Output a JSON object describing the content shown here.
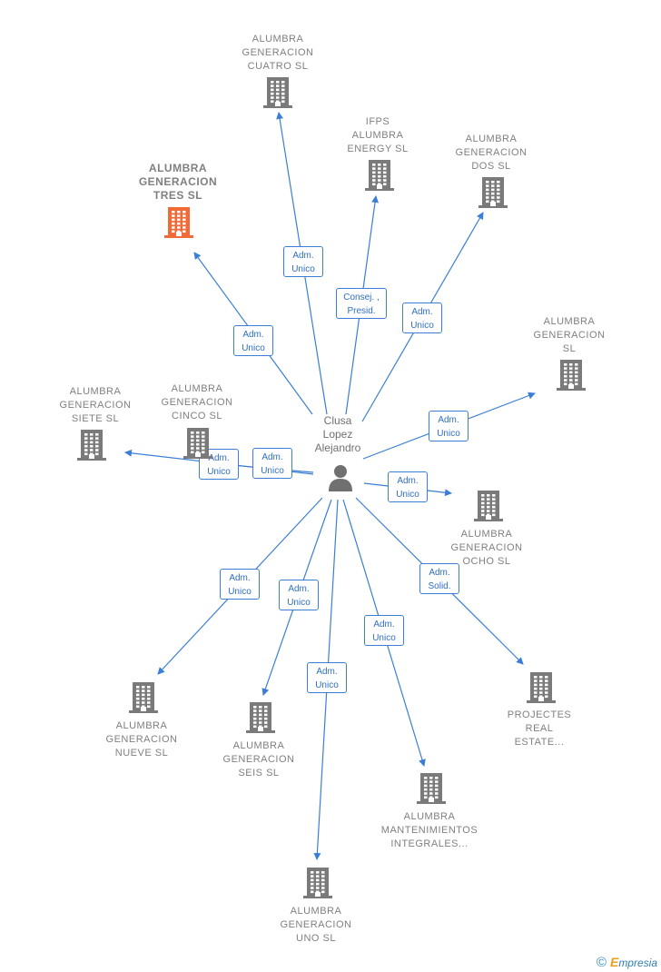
{
  "colors": {
    "accent": "#3a7fd5",
    "building": "#7a7a7a",
    "highlight": "#f26a35",
    "label": "#808080"
  },
  "center": {
    "name": "Clusa\nLopez\nAlejandro",
    "icon": "person-icon"
  },
  "companies": [
    {
      "id": "cuatro",
      "name": "ALUMBRA\nGENERACION\nCUATRO  SL",
      "icon": "building-icon"
    },
    {
      "id": "ifps",
      "name": "IFPS\nALUMBRA\nENERGY  SL",
      "icon": "building-icon"
    },
    {
      "id": "dos",
      "name": "ALUMBRA\nGENERACION\nDOS  SL",
      "icon": "building-icon"
    },
    {
      "id": "tres",
      "name": "ALUMBRA\nGENERACION\nTRES  SL",
      "icon": "building-icon",
      "highlight": true
    },
    {
      "id": "sl",
      "name": "ALUMBRA\nGENERACION\nSL",
      "icon": "building-icon"
    },
    {
      "id": "siete",
      "name": "ALUMBRA\nGENERACION\nSIETE  SL",
      "icon": "building-icon"
    },
    {
      "id": "cinco",
      "name": "ALUMBRA\nGENERACION\nCINCO  SL",
      "icon": "building-icon"
    },
    {
      "id": "ocho",
      "name": "ALUMBRA\nGENERACION\nOCHO  SL",
      "icon": "building-icon"
    },
    {
      "id": "nueve",
      "name": "ALUMBRA\nGENERACION\nNUEVE  SL",
      "icon": "building-icon"
    },
    {
      "id": "seis",
      "name": "ALUMBRA\nGENERACION\nSEIS  SL",
      "icon": "building-icon"
    },
    {
      "id": "uno",
      "name": "ALUMBRA\nGENERACION\nUNO  SL",
      "icon": "building-icon"
    },
    {
      "id": "mant",
      "name": "ALUMBRA\nMANTENIMIENTOS\nINTEGRALES...",
      "icon": "building-icon"
    },
    {
      "id": "proj",
      "name": "PROJECTES\nREAL\nESTATE...",
      "icon": "building-icon"
    }
  ],
  "relations": [
    {
      "target": "cuatro",
      "label": "Adm.\nUnico"
    },
    {
      "target": "ifps",
      "label": "Consej. ,\nPresid."
    },
    {
      "target": "dos",
      "label": "Adm.\nUnico"
    },
    {
      "target": "tres",
      "label": "Adm.\nUnico"
    },
    {
      "target": "sl",
      "label": "Adm.\nUnico"
    },
    {
      "target": "siete",
      "label": "Adm.\nUnico"
    },
    {
      "target": "cinco",
      "label": "Adm.\nUnico"
    },
    {
      "target": "ocho",
      "label": "Adm.\nUnico"
    },
    {
      "target": "proj",
      "label": "Adm.\nSolid."
    },
    {
      "target": "nueve",
      "label": "Adm.\nUnico"
    },
    {
      "target": "seis",
      "label": "Adm.\nUnico"
    },
    {
      "target": "uno",
      "label": "Adm.\nUnico"
    },
    {
      "target": "mant",
      "label": "Adm.\nUnico"
    }
  ],
  "footer": {
    "copyright": "©",
    "brand_initial": "E",
    "brand_rest": "mpresia"
  }
}
